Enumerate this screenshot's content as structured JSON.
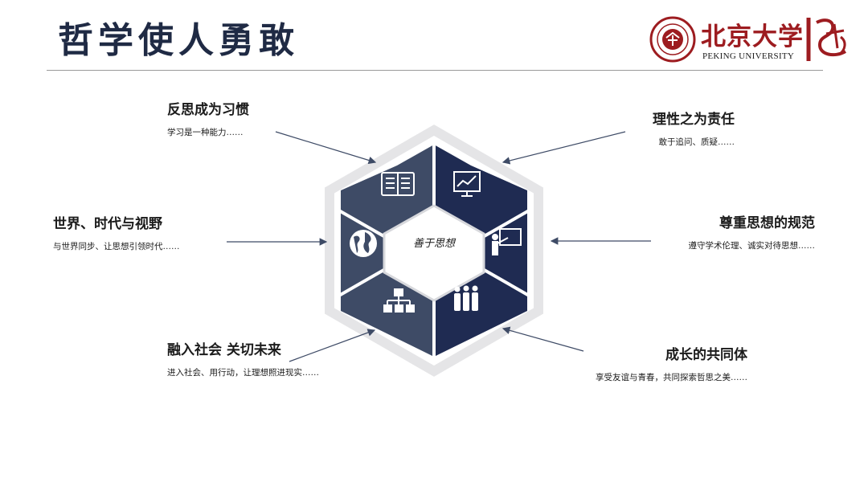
{
  "header": {
    "title": "哲学使人勇敢",
    "logo_cn": "北京大学",
    "logo_en": "PEKING UNIVERSITY"
  },
  "center": {
    "label": "善于思想"
  },
  "items": [
    {
      "heading": "反思成为习惯",
      "sub": "学习是一种能力……",
      "icon": "book-icon"
    },
    {
      "heading": "理性之为责任",
      "sub": "敢于追问、质疑……",
      "icon": "chart-monitor-icon"
    },
    {
      "heading": "世界、时代与视野",
      "sub": "与世界同步、让思想引领时代……",
      "icon": "globe-icon"
    },
    {
      "heading": "尊重思想的规范",
      "sub": "遵守学术伦理、诚实对待思想……",
      "icon": "teacher-board-icon"
    },
    {
      "heading": "融入社会 关切未来",
      "sub": "进入社会、用行动，让理想照进现实……",
      "icon": "org-chart-icon"
    },
    {
      "heading": "成长的共同体",
      "sub": "享受友谊与青春，共同探索哲思之美……",
      "icon": "people-group-icon"
    }
  ],
  "colors": {
    "navy": "#1f2b52",
    "slate": "#3e4b66",
    "accent_red": "#9d1c20"
  }
}
